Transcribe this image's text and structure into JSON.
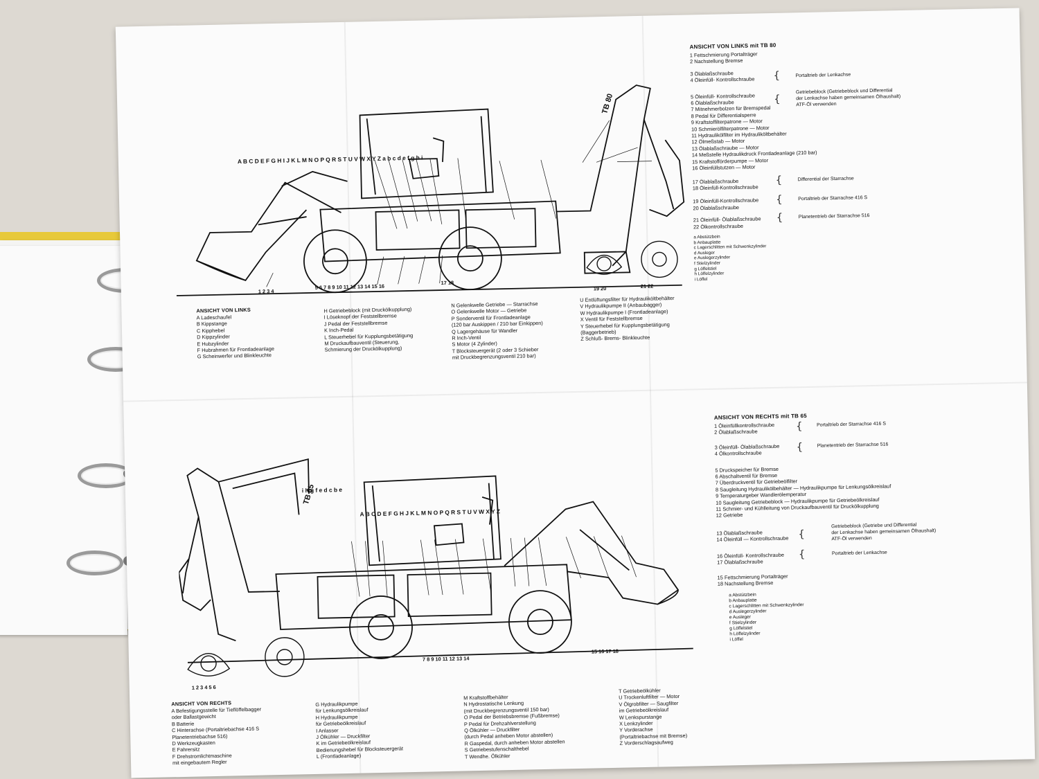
{
  "top": {
    "title": "ANSICHT VON LINKS mit TB 80",
    "letters": "A    B    C D E F G H I J K L M N O P Q R S  T U   V W X  Y  Z a b c d e f g h i",
    "numbers_left": "1 2 3 4",
    "numbers_mid": "5   6    7   8  9 10 11 12 13 14 15 16",
    "numbers_right": "17 18",
    "numbers_detail": "19  20",
    "numbers_detail2": "21  22",
    "model_label": "TB 80",
    "numbered": [
      "1 Fettschmierung Portalträger",
      "2 Nachstellung Bremse",
      "3 Ölablaßschraube",
      "4 Öleinfüll- Kontrollschraube",
      "5 Öleinfüll- Kontrollschraube",
      "6 Ölablaßschraube",
      "7 Mitnehmerbolzen für Bremspedal",
      "8 Pedal für Differentialsperre",
      "9 Kraftstoffilterpatrone — Motor",
      "10 Schmierölfilterpatrone — Motor",
      "11 Hydraulikölfilter im Hydrauliköltbehälter",
      "12 Ölmeßstab — Motor",
      "13 Ölablaßschraube — Motor",
      "14 Meßstelle Hydraulikdruck Frontladeanlage (210 bar)",
      "15 Kraftstofförderpumpe — Motor",
      "16 Öleinfüllstutzen — Motor",
      "17 Ölablaßschraube",
      "18 Öleinfüll-Kontrollschraube",
      "19 Öleinfüll-Kontrollschraube",
      "20 Ölablaßschraube",
      "21 Öleinfüll- Ölablaßschraube",
      "22 Ölkontrollschraube"
    ],
    "notes": [
      "Portaltrieb der Lenkachse",
      "Getriebeblock (Getriebeblock und Differential",
      "der Lenkachse haben gemeinsamen Ölhaushalt)",
      "ATF-Öl verwenden",
      "Differential der Starrachse",
      "Portaltrieb der Starrachse 416 S",
      "Planetentrieb der Starrachse 516"
    ],
    "small_letters": [
      "a  Abstützbein",
      "b  Anbauplatte",
      "c  Lagerschlitten mit Schwenkzylinder",
      "d  Ausleger",
      "e  Auslegerzylinder",
      "f  Stielzylinder",
      "g  Löffelstiel",
      "h  Löffelzylinder",
      "i  Löffel"
    ],
    "legend_title": "ANSICHT VON LINKS",
    "legend_col1": [
      "A   Ladeschaufel",
      "B   Kippstange",
      "C   Kipphebel",
      "D   Kippzylinder",
      "E   Hubzylinder",
      "F   Hubrahmen für Frontladeanlage",
      "G   Scheinwerfer und Blinkleuchte"
    ],
    "legend_col2": [
      "H   Getriebeblock (mit Druckölkupplung)",
      "I    Löseknopf der Feststellbremse",
      "J    Pedal der Feststellbremse",
      "K   Inch-Pedal",
      "L   Steuerhebel für Kupplungsbetätigung",
      "M   Druckaufbauventil (Steuerung,",
      "      Schmierung der Druckölkupplung)"
    ],
    "legend_col3": [
      "N   Gelenkwelle Getriebe — Starrachse",
      "O   Gelenkwelle Motor — Getriebe",
      "P   Sonderventil für Frontladeanlage",
      "      (120 bar Auskippen / 210 bar Einkippen)",
      "Q   Lagergehäuse für Wandler",
      "R   Inch-Ventil",
      "S   Motor (4 Zylinder)",
      "T   Blocksteuergerät (2 oder 3 Schieber",
      "      mit Druckbegrenzungsventil 210 bar)"
    ],
    "legend_col4": [
      "U   Entlüftungsfilter für Hydrauliköltbehälter",
      "V   Hydraulikpumpe II (Anbaubagger)",
      "W   Hydraulikpumpe I (Frontladeanlage)",
      "X   Ventil für Feststellbremse",
      "Y   Steuerhebel für Kupplungsbetätigung",
      "      (Baggerbetrieb)",
      "Z   Schluß- Brems- Blinkleuchte"
    ]
  },
  "bottom": {
    "title": "ANSICHT VON RECHTS mit TB 65",
    "model_label": "TB 65",
    "letters_rear": "i h g f e d c b e",
    "letters_front": "A    B   C   D     E  F G H J K  L M N O P Q R S T U V W  X     Y    Z",
    "numbers_left": "1  2  3    4   5   6",
    "numbers_mid": "7   8         9 10 11    12       13  14",
    "numbers_right": "15 16 17 18",
    "numbered": [
      "1 Öleinfüllkontrollschraube",
      "2 Ölablaßschraube",
      "3 Öleinfüll- Ölablaßschraube",
      "4 Ölkontrollschraube",
      "5 Druckspeicher für Bremse",
      "6 Abschaltventil für Bremse",
      "7 Überdruckventil für Getriebeölfilter",
      "8 Saugleitung Hydraulikölbehälter — Hydraulikpumpe für Lenkungsölkreislauf",
      "9 Temperaturgeber Wandlerölemperatur",
      "10 Saugleitung Getriebeblock — Hydraulikpumpe für Getriebeölkreislauf",
      "11 Schmier- und Kühlleitung von Druckaufbauventil für Druckölkupplung",
      "12 Getriebe",
      "13 Ölablaßschraube",
      "14 Öleinfüll — Kontrollschraube",
      "16 Öleinfüll- Kontrollschraube",
      "17 Ölablaßschraube",
      "15 Fettschmierung Portalträger",
      "18 Nachstellung Bremse"
    ],
    "notes": [
      "Portaltrieb der Starrachse 416 S",
      "Planetentrieb der Starrachse 516",
      "Getriebeblock (Getriebe und Differential",
      "der Lenkachse haben gemeinsamen Ölhaushalt)",
      "ATF-Öl verwenden",
      "Portaltrieb der Lenkachse"
    ],
    "small_letters": [
      "a   Abstützbein",
      "b   Anbauplatte",
      "c   Lagerschlitten mit Schwenkzylinder",
      "d   Auslegerzylinder",
      "e   Ausleger",
      "f   Stielzylinder",
      "g   Löffelstiel",
      "h   Löffelzylinder",
      "i    Löffel"
    ],
    "legend_title": "ANSICHT VON RECHTS",
    "legend_col1": [
      "A   Befestigungsstelle für Tieflöffelbagger",
      "      oder Ballastgewicht",
      "B   Batterie",
      "C   Hinterachse (Portaltriebachse 416 S",
      "      Planetentriebachse 516)",
      "D   Werkzeugkasten",
      "E   Fahrersitz",
      "F   Drehstromlichtmaschine",
      "      mit eingebautem Regler"
    ],
    "legend_col2": [
      "G   Hydraulikpumpe",
      "      für Lenkungsölkreislauf",
      "H   Hydraulikpumpe",
      "      für Getriebeölkreislauf",
      "I    Anlasser",
      "J    Ölkühler — Druckfilter",
      "K   im Getriebeölkreislauf",
      "      Bedienungshebel für Blocksteuergerät",
      "L   (Frontladeanlage)"
    ],
    "legend_col3": [
      "M   Kraftstoffbehälter",
      "N   Hydrostatische Lenkung",
      "      (mit Druckbegrenzungsventil 150 bar)",
      "O   Pedal der Betriebsbremse (Fußbremse)",
      "P   Pedal für Drehzahlverstellung",
      "Q   Ölkühler — Druckfilter",
      "      (durch Pedal anheben Motor abstellen)",
      "R   Gaspedal, durch anheben Motor abstellen",
      "S   Getriebestufenschalthebel",
      "T   Wendhe. Ölkühler"
    ],
    "legend_col4": [
      "T   Getriebeölkühler",
      "U   Trockenluftfilter — Motor",
      "V   Ölgrobfilter — Saugfilter",
      "      im Getriebeölkreislauf",
      "W   Lenkspurstange",
      "X   Lenkzylinder",
      "Y   Vorderachse",
      "      (Portaltriebachse mit Bremse)",
      "Z   Vorderschlagsaufweg"
    ]
  }
}
